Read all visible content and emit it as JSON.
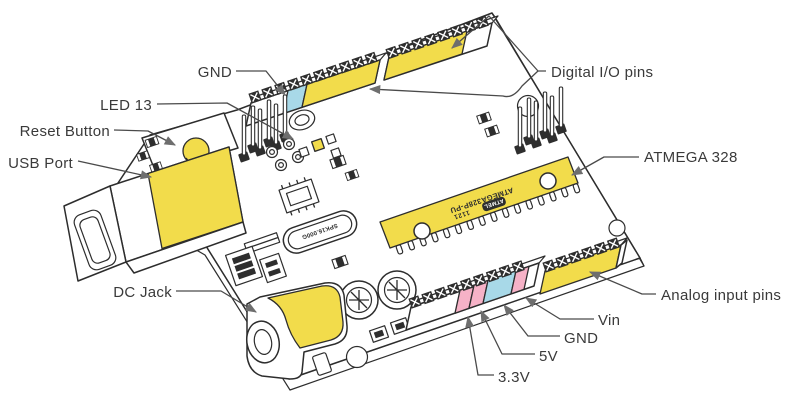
{
  "diagram": {
    "labels": {
      "gnd_top": "GND",
      "led13": "LED 13",
      "reset_button": "Reset Button",
      "usb_port": "USB Port",
      "dc_jack": "DC Jack",
      "digital_io": "Digital I/O pins",
      "atmega": "ATMEGA 328",
      "analog_input": "Analog input pins",
      "vin": "Vin",
      "gnd_bottom": "GND",
      "five_v": "5V",
      "three_v3": "3.3V"
    },
    "board_text": {
      "chip": "ATMEGA328P-PU",
      "chip_code": "1121",
      "chip_logo": "ATMEL",
      "crystal": "SPK16.000G"
    },
    "colors": {
      "highlight_yellow": "#F2DC4B",
      "highlight_cyan": "#A8D9E8",
      "highlight_pink": "#F6B2C7",
      "outline": "#2D2D2D",
      "leader_line": "#4A4A4A",
      "arrow": "#6E6E6E",
      "label_text": "#3A3A3A",
      "background": "#FFFFFF"
    }
  }
}
